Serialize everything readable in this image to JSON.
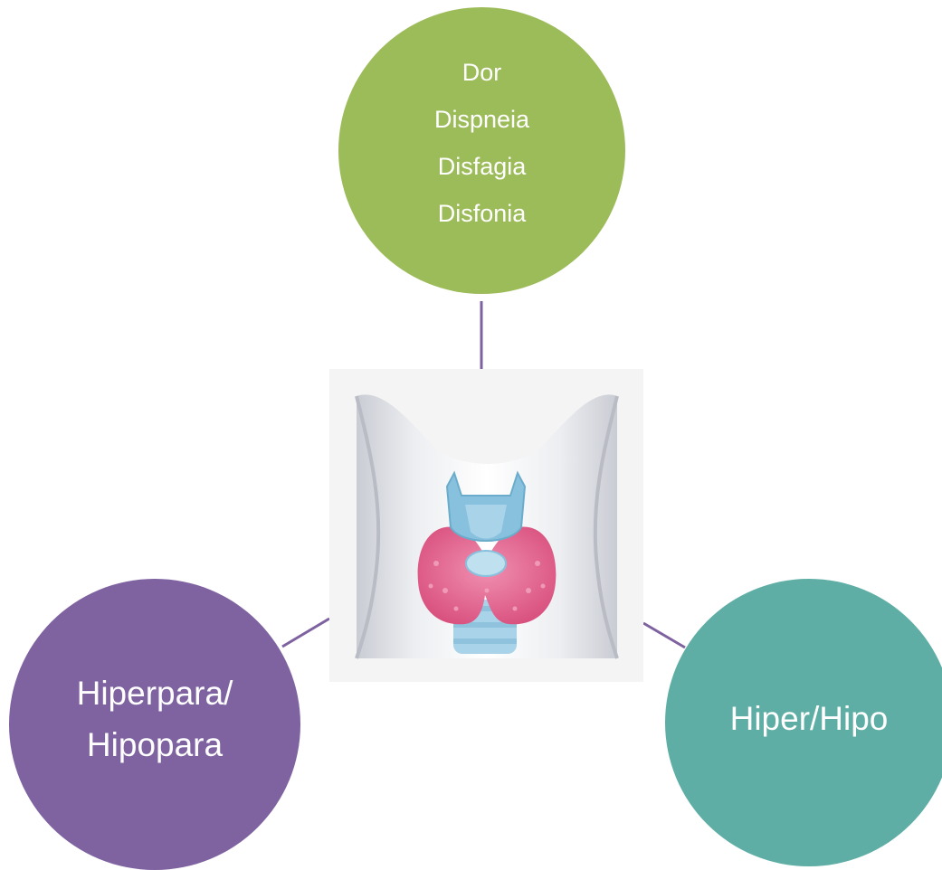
{
  "colors": {
    "background": "#ffffff",
    "connector": "#7e62a0",
    "top_circle": "#9cbb59",
    "left_circle": "#7f63a1",
    "right_circle": "#5eaea5",
    "thyroid": "#e0658f",
    "cartilage": "#88c1dd",
    "neck": "#e7e9ed"
  },
  "image": {
    "icon": "thyroid-neck-illustration"
  },
  "nodes": {
    "top": {
      "lines": [
        "Dor",
        "Dispneia",
        "Disfagia",
        "Disfonia"
      ]
    },
    "left": {
      "lines": [
        "Hiperpara/",
        "Hipopara"
      ]
    },
    "right": {
      "lines": [
        "Hiper/Hipo"
      ]
    }
  }
}
